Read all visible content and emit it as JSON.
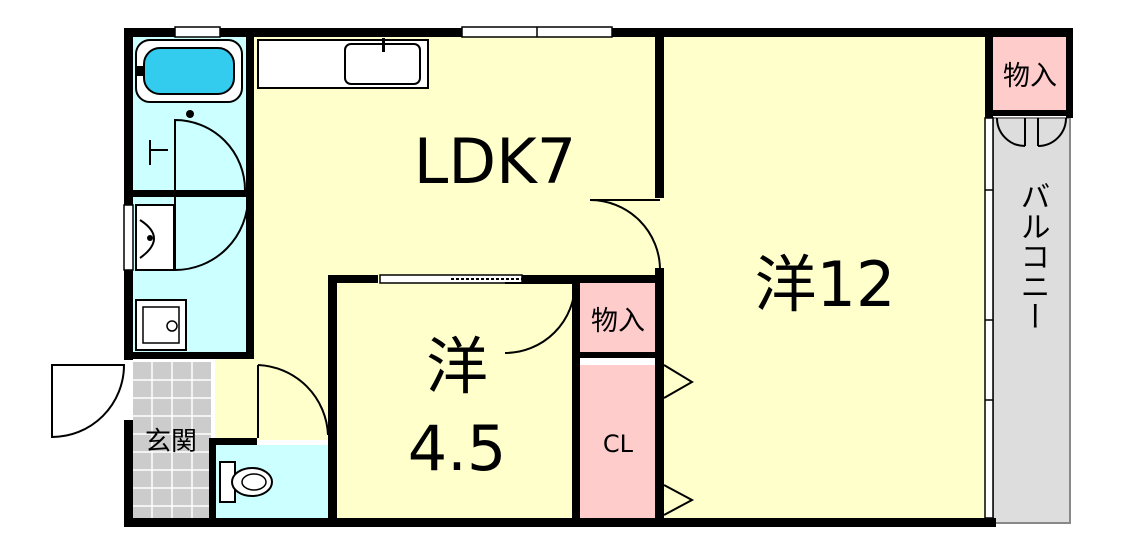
{
  "colors": {
    "living_rooms": "#ffffcc",
    "wet_areas": "#ccffff",
    "storage": "#ffcccc",
    "balcony": "#dddddd",
    "entrance_tile": "#cccccc",
    "walls": "#000000"
  },
  "rooms": {
    "ldk": "LDK7",
    "western_large": "洋12",
    "western_small_line1": "洋",
    "western_small_line2": "4.5",
    "storage_top_right": "物入",
    "storage_middle": "物入",
    "closet": "CL",
    "entrance": "玄関",
    "balcony": "バルコニー"
  },
  "icons": [
    "bathtub-icon",
    "washbasin-icon",
    "washing-machine-pan-icon",
    "toilet-icon",
    "kitchen-sink-icon",
    "door-swing-icon"
  ]
}
